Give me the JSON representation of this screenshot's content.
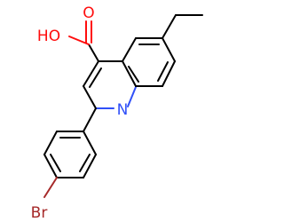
{
  "molecule": {
    "atoms": {
      "carboxyl_oxygen": "O",
      "hydroxyl_group": "HO",
      "ring_nitrogen": "N",
      "bromine": "Br"
    },
    "colors": {
      "bond": "#000000",
      "oxygen": "#ff0d0d",
      "nitrogen": "#3050f8",
      "bromine": "#a62929"
    }
  }
}
